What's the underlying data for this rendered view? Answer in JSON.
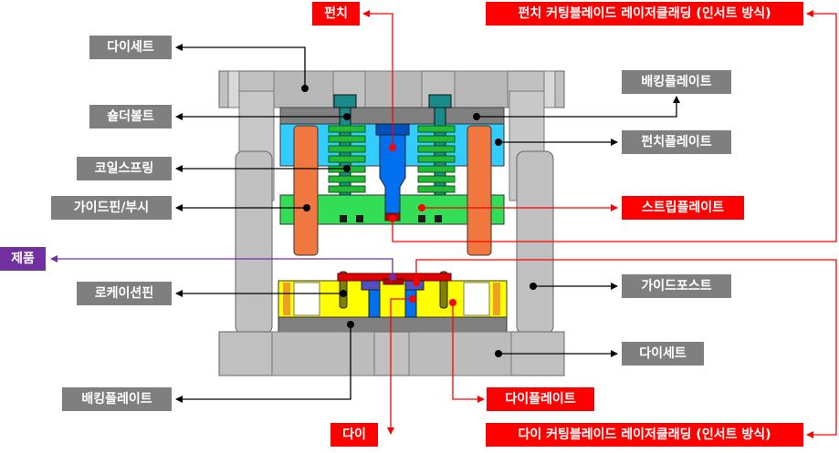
{
  "labels": {
    "die_set_top": "다이세트",
    "shoulder_bolt": "숄더볼트",
    "coil_spring": "코일스프링",
    "guide_pin_bush": "가이드핀/부시",
    "product": "제품",
    "locating_pin": "로케이션핀",
    "backing_plate_bottom": "배킹플레이트",
    "punch": "펀치",
    "punch_cutting_blade": "펀치 커팅블레이드 레이저클래딩 (인서트 방식)",
    "backing_plate_top": "배킹플레이트",
    "punch_plate": "펀치플레이트",
    "strip_plate": "스트립플레이트",
    "guide_post": "가이드포스트",
    "die_set_bottom": "다이세트",
    "die_plate": "다이플레이트",
    "die": "다이",
    "die_cutting_blade": "다이 커팅블레이드 레이저클래딩 (인서트 방식)"
  },
  "colors": {
    "label_gray": "#7f7f7f",
    "label_red": "#ff0000",
    "label_purple": "#7030a0",
    "die_set": "#c0c0c0",
    "punch": "#0070f0",
    "punch_plate": "#33ccff",
    "strip_plate": "#33dd55",
    "spring": "#22bb33",
    "guide_pin": "#f07840",
    "die_plate": "#ffff00",
    "backing": "#808080",
    "product": "#e00000"
  }
}
